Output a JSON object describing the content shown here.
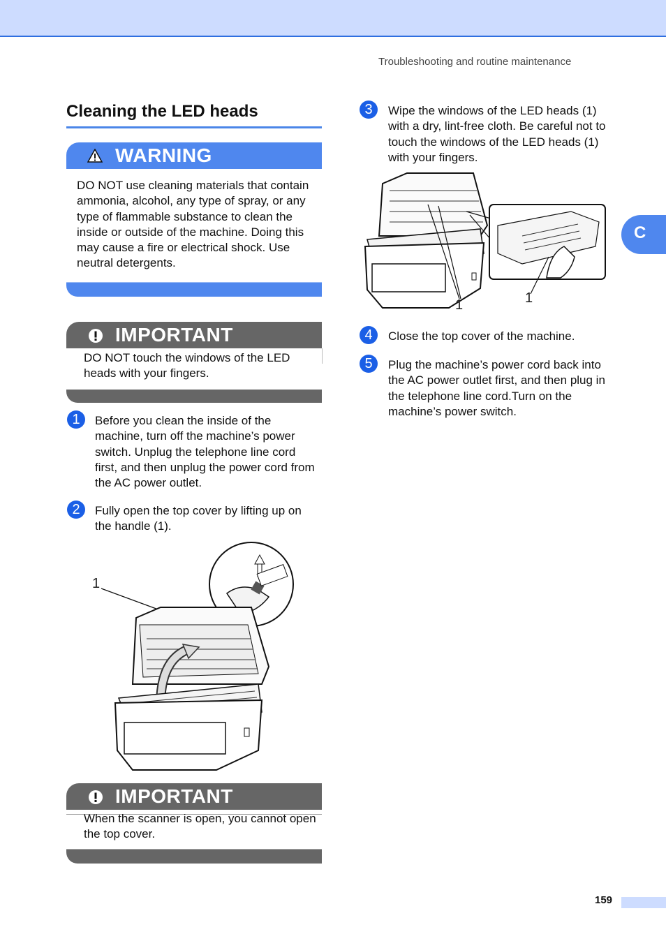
{
  "header": {
    "running_head": "Troubleshooting and routine maintenance"
  },
  "section": {
    "title": "Cleaning the LED heads"
  },
  "warning": {
    "label": "WARNING",
    "text": "DO NOT use cleaning materials that contain ammonia, alcohol, any type of spray, or any type of flammable substance to clean the inside or outside of the machine. Doing this may cause a fire or electrical shock. Use neutral detergents."
  },
  "important_1": {
    "label": "IMPORTANT",
    "text": "DO NOT touch the windows of the LED heads with your fingers."
  },
  "steps": [
    {
      "num": "1",
      "text": "Before you clean the inside of the machine, turn off the machine’s power switch. Unplug the telephone line cord first, and then unplug the power cord from the AC power outlet."
    },
    {
      "num": "2",
      "text": "Fully open the top cover by lifting up on the handle (1)."
    },
    {
      "num": "3",
      "text": "Wipe the windows of the LED heads (1) with a dry, lint-free cloth. Be careful not to touch the windows of the LED heads (1) with your fingers."
    },
    {
      "num": "4",
      "text": "Close the top cover of the machine."
    },
    {
      "num": "5",
      "text": "Plug the machine’s power cord back into the AC power outlet first, and then plug in the telephone line cord.Turn on the machine’s power switch."
    }
  ],
  "figures": {
    "fig1_label": "1",
    "fig2_label_a": "1",
    "fig2_label_b": "1"
  },
  "important_2": {
    "label": "IMPORTANT",
    "text": "When the scanner is open, you cannot open the top cover."
  },
  "side_tab": {
    "letter": "C"
  },
  "footer": {
    "page_number": "159"
  },
  "colors": {
    "accent": "#4f87ee",
    "step_blue": "#1b5fe6",
    "important_gray": "#666666",
    "top_band": "#cddcff"
  }
}
